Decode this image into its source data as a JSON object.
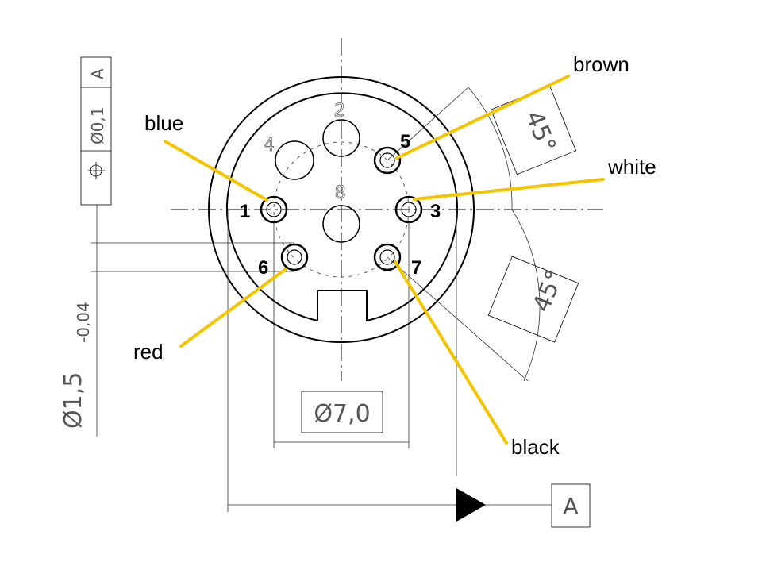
{
  "wire_labels": {
    "brown": "brown",
    "white": "white",
    "blue": "blue",
    "red": "red",
    "black": "black"
  },
  "pins": {
    "p1": "1",
    "p2": "2",
    "p3": "3",
    "p4": "4",
    "p5": "5",
    "p6": "6",
    "p7": "7",
    "p8": "8"
  },
  "dimensions": {
    "angle_top": "45°",
    "angle_bottom": "45°",
    "diameter": "Ø7,0",
    "pin_diameter": "Ø1,5",
    "pin_tolerance": "-0,04",
    "position_tol": "Ø0,1",
    "datum_ref": "A",
    "datum": "A"
  },
  "colors": {
    "wire": "#f5c400",
    "line": "#000000"
  }
}
